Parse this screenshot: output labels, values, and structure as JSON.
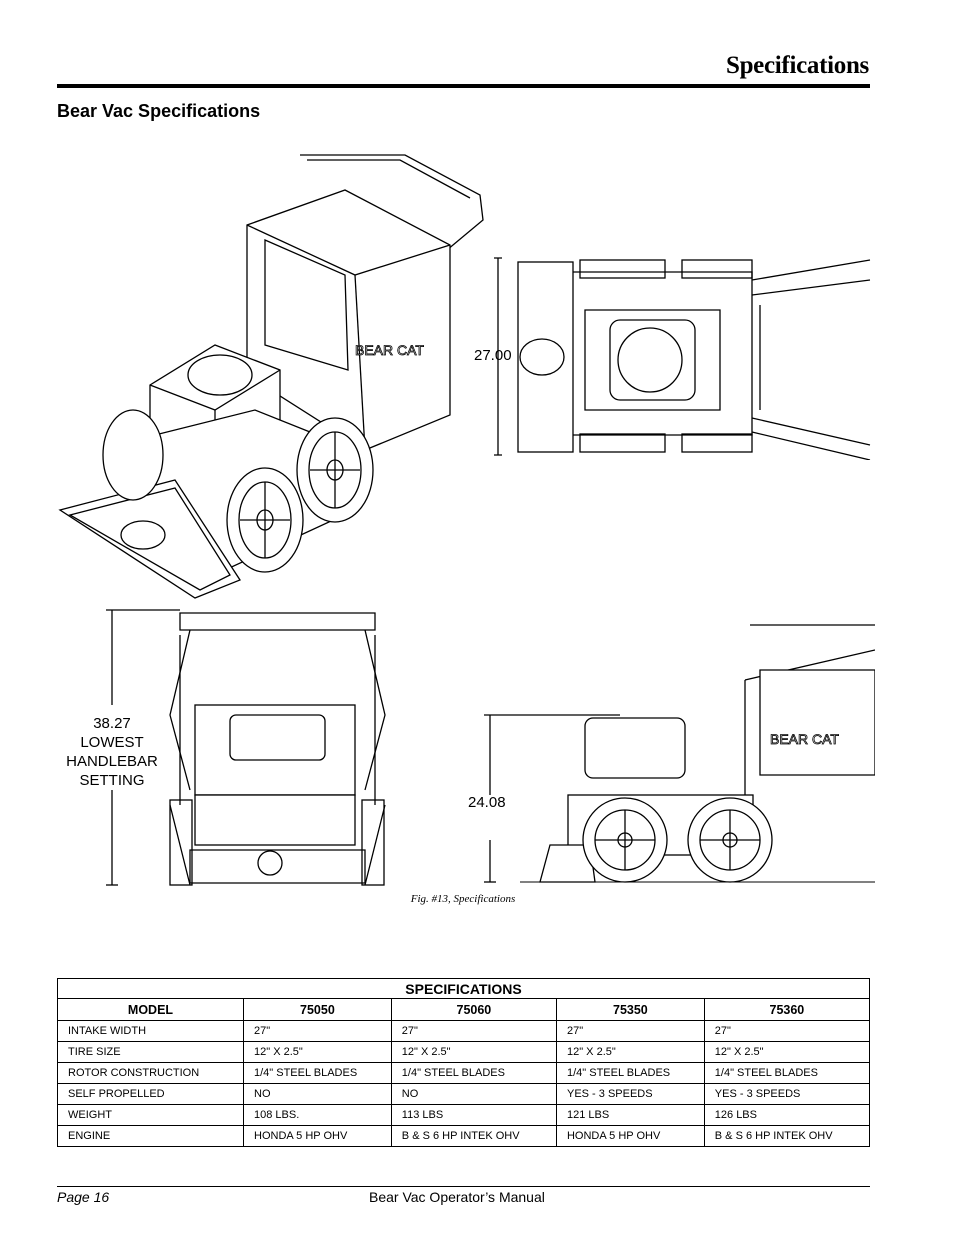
{
  "header": {
    "title": "Specifications"
  },
  "section": {
    "heading": "Bear Vac Specifications"
  },
  "figure": {
    "dimensions": {
      "top_width": "27.00",
      "front_height": [
        "38.27",
        "LOWEST",
        "HANDLEBAR",
        "SETTING"
      ],
      "side_height": "24.08"
    },
    "logo_text": "BEAR CAT",
    "caption": "Fig. #13, Specifications"
  },
  "table": {
    "title": "SPECIFICATIONS",
    "headers": [
      "MODEL",
      "75050",
      "75060",
      "75350",
      "75360"
    ],
    "rows": [
      [
        "INTAKE WIDTH",
        "27\"",
        "27\"",
        "27\"",
        "27\""
      ],
      [
        "TIRE SIZE",
        "12\" X 2.5\"",
        "12\" X 2.5\"",
        "12\" X 2.5\"",
        "12\" X 2.5\""
      ],
      [
        "ROTOR CONSTRUCTION",
        "1/4\" STEEL BLADES",
        "1/4\" STEEL BLADES",
        "1/4\" STEEL BLADES",
        "1/4\" STEEL BLADES"
      ],
      [
        "SELF PROPELLED",
        "NO",
        "NO",
        "YES - 3 SPEEDS",
        "YES - 3 SPEEDS"
      ],
      [
        "WEIGHT",
        "108 LBS.",
        "113 LBS",
        "121 LBS",
        "126 LBS"
      ],
      [
        "ENGINE",
        "HONDA 5 HP OHV",
        "B & S 6 HP INTEK OHV",
        "HONDA 5 HP OHV",
        "B & S 6 HP INTEK OHV"
      ]
    ]
  },
  "footer": {
    "page": "Page 16",
    "manual": "Bear Vac Operator’s Manual"
  }
}
